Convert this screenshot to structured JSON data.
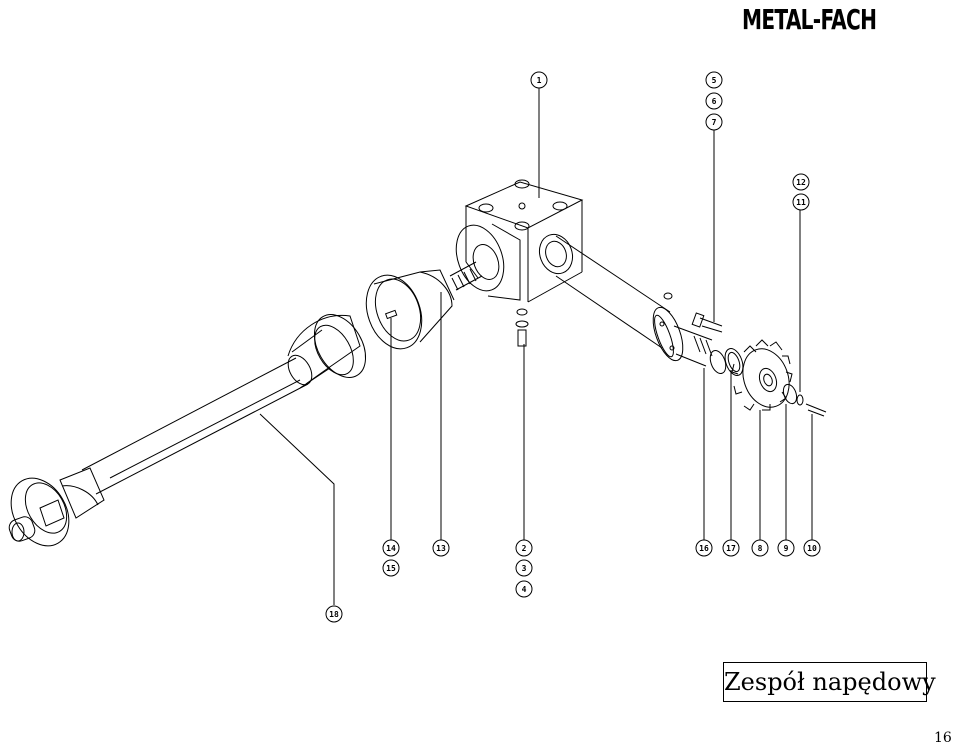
{
  "brand": {
    "logo_text": "METAL-FACH"
  },
  "callouts": [
    "1",
    "2",
    "3",
    "4",
    "5",
    "6",
    "7",
    "8",
    "9",
    "10",
    "11",
    "12",
    "13",
    "14",
    "15",
    "16",
    "17",
    "18"
  ],
  "title": "Zespół napędowy",
  "page_number": "16"
}
